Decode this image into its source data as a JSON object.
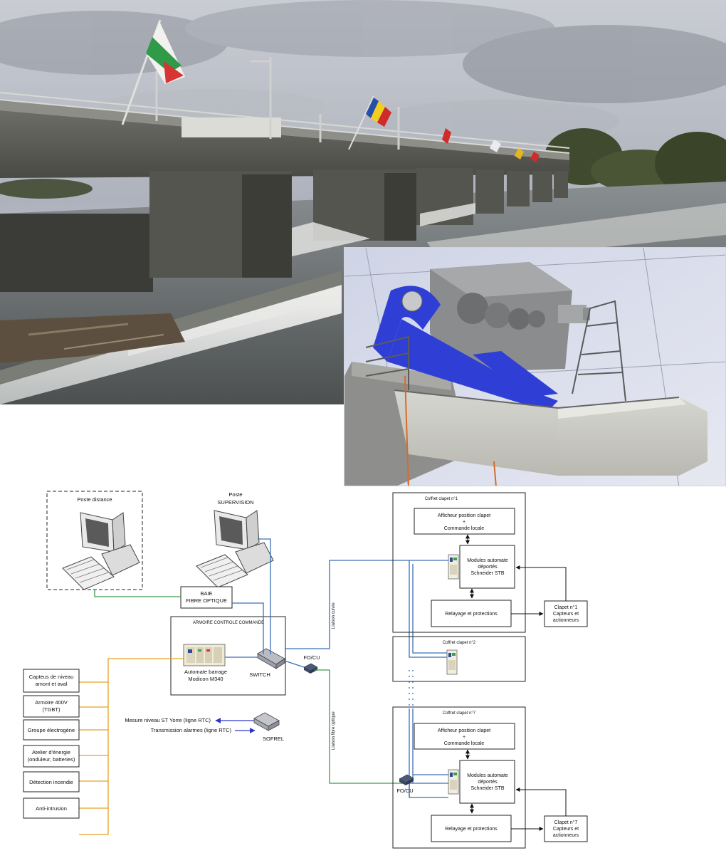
{
  "diagram": {
    "poste_distance": "Poste distance",
    "poste": "Poste",
    "supervision": "SUPERVISION",
    "baie_line1": "BAIE",
    "baie_line2": "FIBRE OPTIQUE",
    "armoire_title": "ARMOIRE CONTROLE COMMANDE",
    "automate_line1": "Automate barrage",
    "automate_line2": "Modicon M340",
    "switch": "SWITCH",
    "focu_top": "FO/CU",
    "focu_bottom": "FO/CU",
    "liaison_cuivre": "Liaison cuivre",
    "liaison_fibre": "Liaison fibre optique",
    "sofrel": "SOFREL",
    "mesure_niveau": "Mesure niveau ST Yorre (ligne RTC)",
    "transmission_alarmes": "Transmission alarmes (ligne RTC)",
    "inputs": [
      {
        "line1": "Capteus  de niveau",
        "line2": "amont et aval"
      },
      {
        "line1": "Armoire 400V",
        "line2": "(TGBT)"
      },
      {
        "line1": "Groupe électrogène",
        "line2": ""
      },
      {
        "line1": "Atelier d'énergie",
        "line2": "(onduleur, batteries)"
      },
      {
        "line1": "Détection incendie",
        "line2": ""
      },
      {
        "line1": "Anti-intrusion",
        "line2": ""
      }
    ],
    "coffret1": {
      "title": "Coffret clapet n°1",
      "afficheur_line1": "Afficheur position clapet",
      "afficheur_line2": "+",
      "afficheur_line3": "Commande locale",
      "modules_line1": "Modules automate",
      "modules_line2": "déportés",
      "modules_line3": "Schneider STB",
      "relayage": "Relayage et protections",
      "clapet_line1": "Clapet n°1",
      "clapet_line2": "Capteurs et",
      "clapet_line3": "actionneurs"
    },
    "coffret2": {
      "title": "Coffret clapet n°2"
    },
    "coffret7": {
      "title": "Coffret clapet n°7",
      "afficheur_line1": "Afficheur position clapet",
      "afficheur_line2": "+",
      "afficheur_line3": "Commande locale",
      "modules_line1": "Modules automate",
      "modules_line2": "déportés",
      "modules_line3": "Schneider STB",
      "relayage": "Relayage et protections",
      "clapet_line1": "Clapet n°7",
      "clapet_line2": "Capteurs et",
      "clapet_line3": "actionneurs"
    },
    "colors": {
      "ethernet": "#3a6fb5",
      "fiber": "#3e9a4e",
      "io": "#e6a023",
      "rtc": "#2b35c9"
    }
  }
}
